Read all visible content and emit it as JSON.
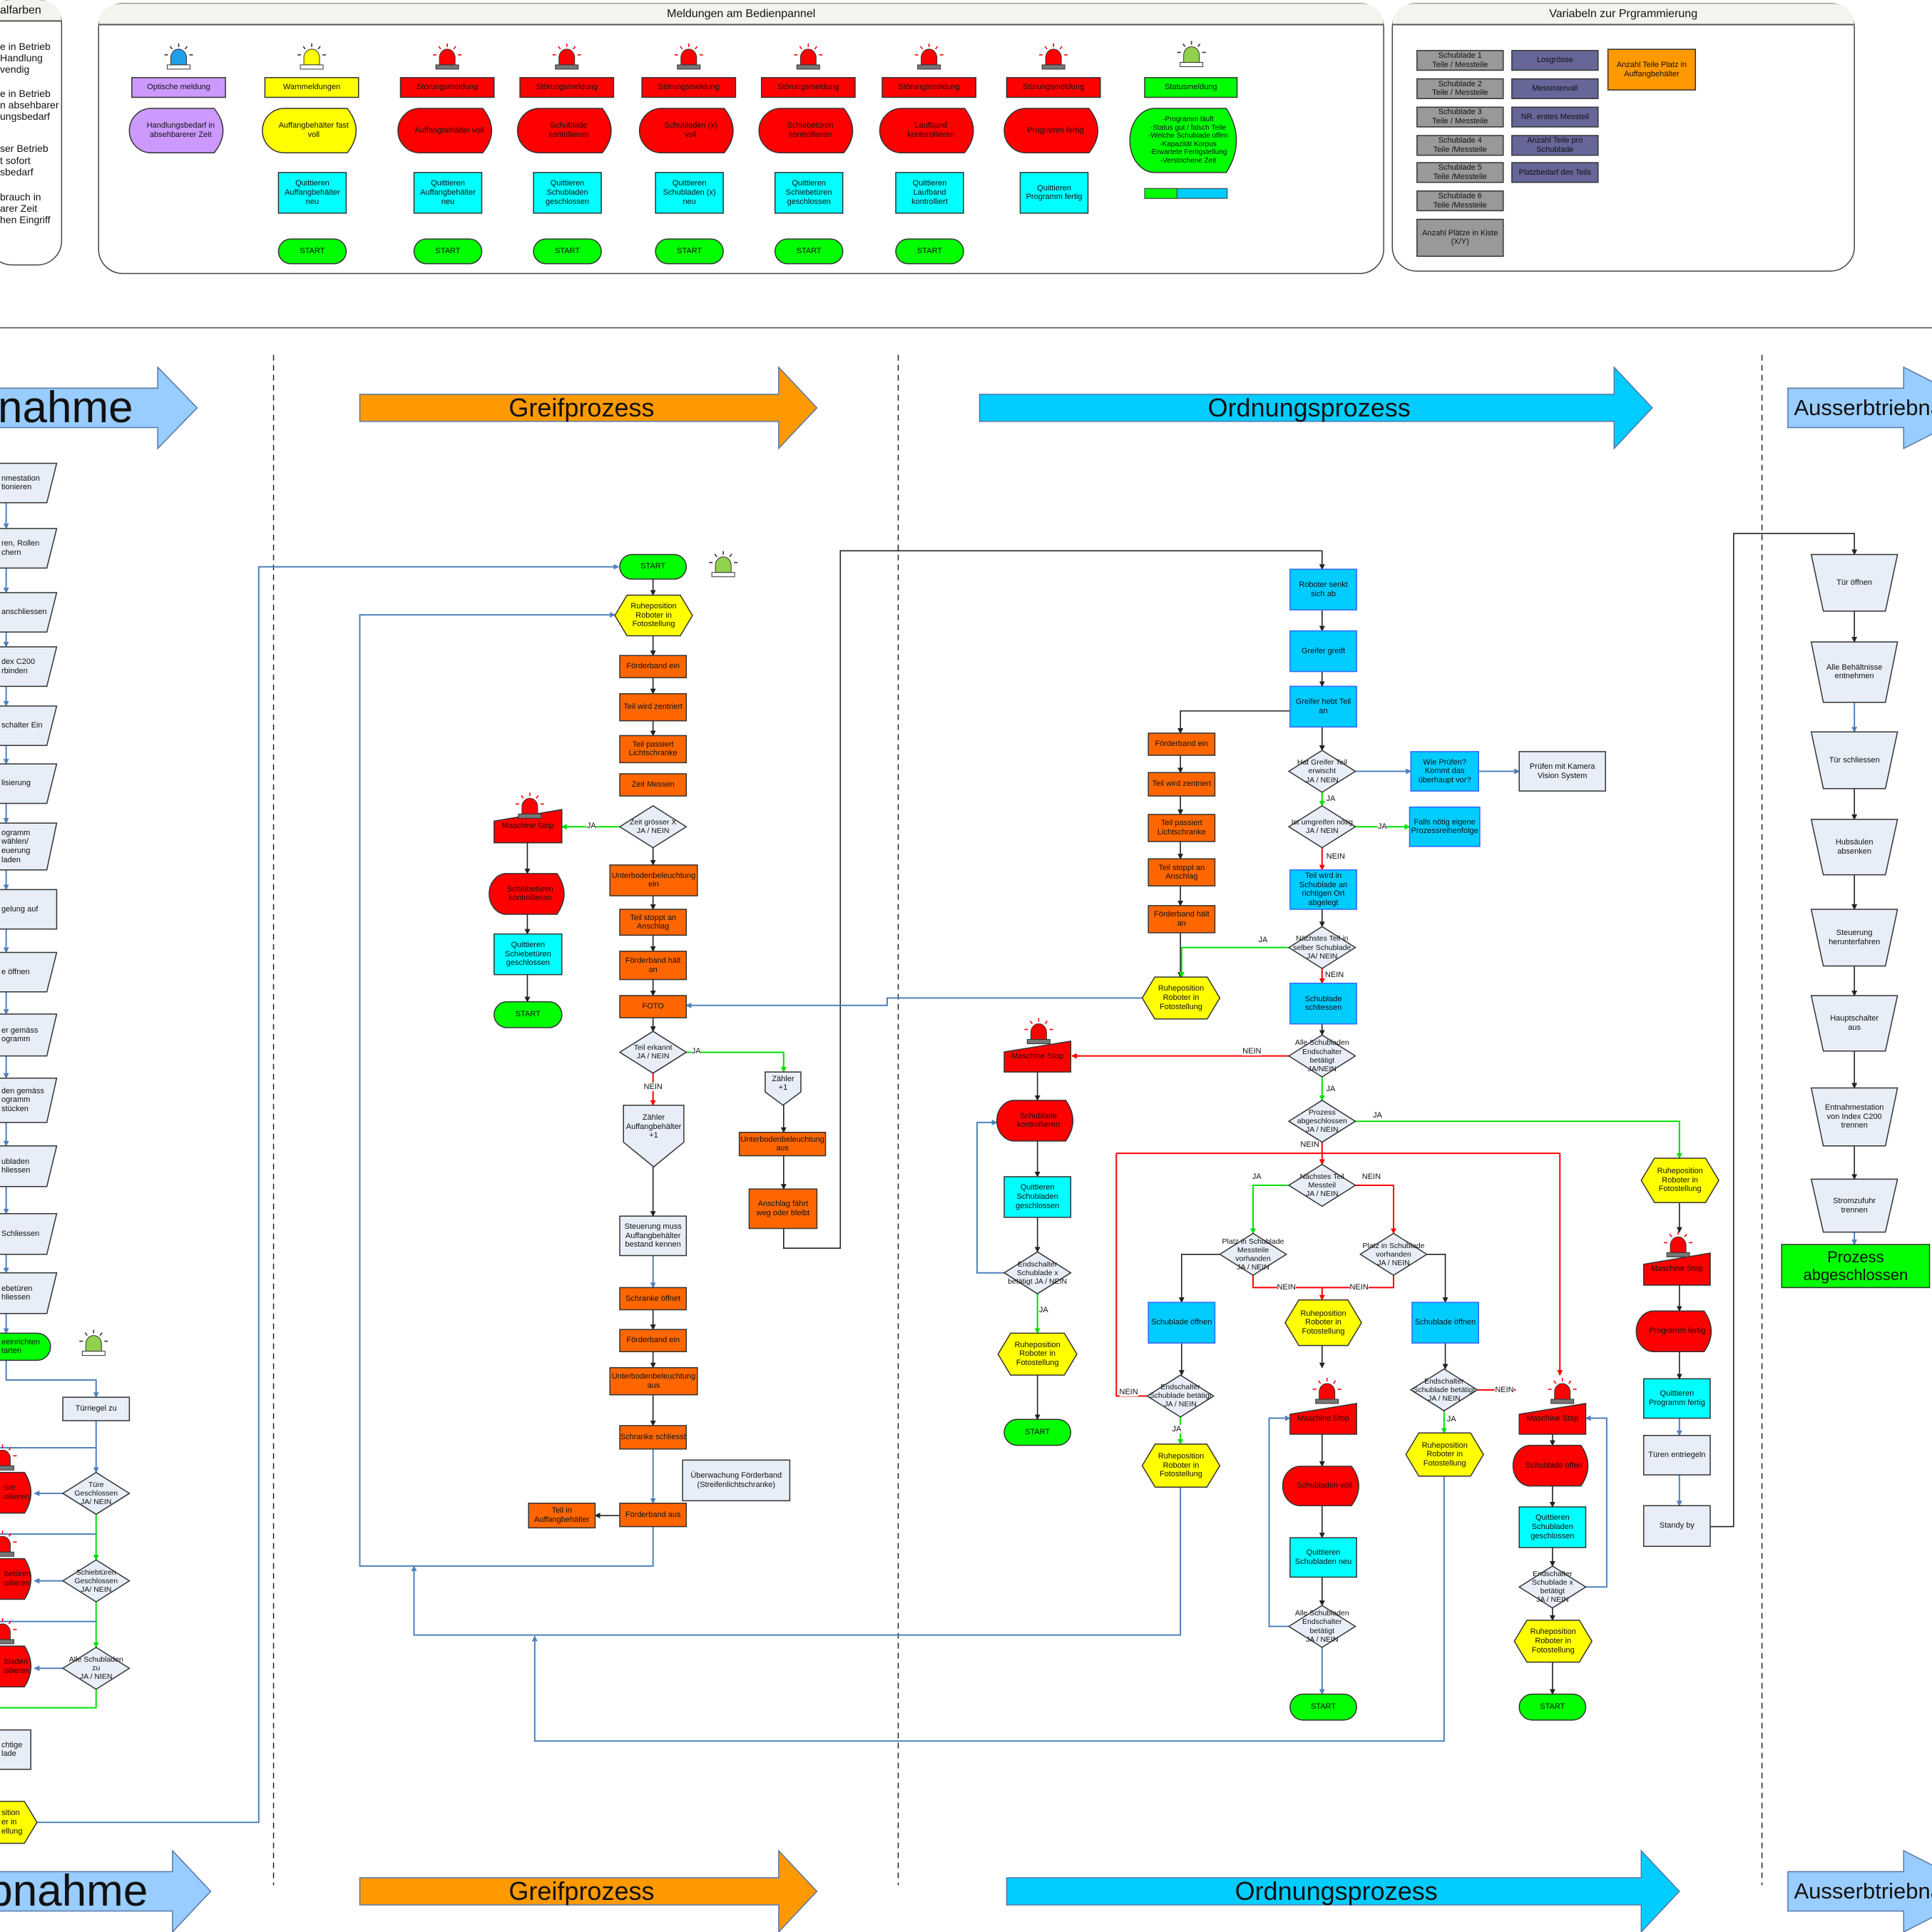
{
  "colors": {
    "orange": "#FF6600",
    "blue_process": "#00CCFF",
    "quittieren": "#00FFFF",
    "error": "#FF0000",
    "warning": "#FFFF00",
    "status": "#00FF00",
    "neutral": "#E8EEF8",
    "optical": "#CC99FF",
    "variable_gray": "#999999",
    "variable_purple": "#666699",
    "variable_orange": "#FF9900"
  },
  "panels": {
    "signal": {
      "title": "alfarben",
      "legend": [
        "e in Betrieb\nHandlung\nvendig",
        "e in Betrieb\nn absehbarer\nungsbedarf",
        "ser Betrieb\nt sofort\nsbedarf",
        "brauch in\narer Zeit\nhen Eingriff"
      ]
    },
    "meldungen": {
      "title": "Meldungen am Bedienpannel",
      "status_progress": 0.39
    },
    "variabeln": {
      "title": "Variabeln zur Prgrammierung"
    }
  },
  "phases": {
    "top": {
      "inbetrieb": "ebnahme",
      "greif": "Greifprozess",
      "ordnung": "Ordnungsprozess",
      "ausser": "Ausserbtriebnahm"
    },
    "bottom": {
      "inbetrieb": "iebnahme",
      "greif": "Greifprozess",
      "ordnung": "Ordnungsprozess",
      "ausser": "Ausserbtriebnahm"
    }
  },
  "nodes": {
    "m1_label": "Optische meldung",
    "m1_shape": "Handlungsbedarf in\nabsehbarerer Zeit",
    "m2_label": "Warnmeldungen",
    "m2_shape": "Auffangbehälter fast\nvoll",
    "m2_q": "Quittieren\nAuffangbehälter\nneu",
    "m2_s": "START",
    "m3_label": "Störungsmeldung",
    "m3_shape": "Auffangbehälter voll",
    "m3_q": "Quittieren\nAuffangbehälter\nneu",
    "m3_s": "START",
    "m4_label": "Störungsmeldung",
    "m4_shape": "Schublade\nkontollieren",
    "m4_q": "Quittieren\nSchubladen\ngeschlossen",
    "m4_s": "START",
    "m5_label": "Störungsmeldung",
    "m5_shape": "Schubladen (x)\nvoll",
    "m5_q": "Quittieren\nSchubladen (x)\nneu",
    "m5_s": "START",
    "m6_label": "Störungsmeldung",
    "m6_shape": "Schiebetüren\nkontrollieren",
    "m6_q": "Quittieren\nSchiebetüren\ngeschlossen",
    "m6_s": "START",
    "m7_label": "Störungsmeldung",
    "m7_shape": "Laufband\nkontorollieren",
    "m7_q": "Quittieren\nLaufband\nkontrolliert",
    "m7_s": "START",
    "m8_label": "Störungsmeldung",
    "m8_shape": "Programm fertig",
    "m8_q": "Quittieren\nProgramm fertig",
    "m9_label": "Statusmeldung",
    "m9_shape": "-Programm läuft\n-Status gut / falsch Teile\n-Welche Schublade offen\n-Kapazität Korpus\n-Erwartete Fertigstellung\n-Verstrichene Zeit",
    "v1": "Schublade 1\nTeile / Messteile",
    "v2": "Schublade 2\nTeile / Messteile",
    "v3": "Schublade 3\nTeile / Messteile",
    "v4": "Schublade 4\nTeile /Messteile",
    "v5": "Schublade 5\nTeile /Messteile",
    "v6": "Schublade 6\nTeile /Messteile",
    "v7": "Anzahl Plätze in Kiste\n(X/Y)",
    "p1": "Losgrösse",
    "p2": "Messintervall",
    "p3": "NR. erstes Messteil",
    "p4": "Anzahl Teile pro\nSchublade",
    "p5": "Platzbedarf des Teils",
    "o1": "Anzahl Teile Platz in\nAuffangbehälter",
    "i1": "nmestation\ntionieren",
    "i2": "ren, Rollen\nchern",
    "i3": "anschliessen",
    "i4": "dex C200\nrbinden",
    "i5": "schalter Ein",
    "i6": "lisierung",
    "i7": "ogramm\nwählen/\neuerung laden",
    "i8": "gelung auf",
    "i9": "e öffnen",
    "i10": "er gemäss\nogramm",
    "i11": "den gemäss\nogramm\nstücken",
    "i12": "ubladen\nhliessen",
    "i13": "Schliessen",
    "i14": "ebetüren\nhliessen",
    "i15": "eeinrichten\ntarten",
    "i_tr": "Türriegel zu",
    "i_d1": "Türe\nGeschlossen\nJA/ NEIN",
    "i_d2": "Schiebtüren\nGeschlossen\nJA/ NEIN",
    "i_d3": "Alle Schubladen\nzu\nJA / NIEN",
    "i_r1": "üre\nollieren",
    "i_r2": "betüren\nollieren",
    "i_r3": "bladen\nollieren",
    "i_box": "chtige\nlade",
    "i_hex": "sition\ner in\nellung",
    "g_start": "START",
    "g_ruhe": "Ruheposition\nRoboter in\nFotostellung",
    "g_fb1": "Förderband ein",
    "g_zent": "Teil wird zentriert",
    "g_licht": "Teil passiert\nLichtschranke",
    "g_zeit": "Zeit Messen",
    "g_dz": "Zeit grösser X\nJA / NEIN",
    "g_ub1": "Unterbodenbeleuchtung\nein",
    "g_stop": "Teil stoppt an\nAnschlag",
    "g_halt": "Förderband hält\nan",
    "g_foto": "FOTO",
    "g_dt": "Teil erkannt\nJA / NEIN",
    "g_zahl": "Zähler\nAuffangbehälter\n+1",
    "g_steu": "Steuerung muss\nAuffangbehälter\nbestand kennen",
    "g_schr1": "Schranke öffnet",
    "g_fb2": "Förderband ein",
    "g_ub2": "Unterbodenbeleuchtung\naus",
    "g_schr2": "Schranke schliesst",
    "g_uber": "Überwachung Förderband\n(Streifenlichtschranke)",
    "g_fbaus": "Förderband aus",
    "g_teil": "Teil in\nAuffangbehälter",
    "g_ms": "Maschine Stop",
    "g_sk": "Schiebetüren\nkontrollieren",
    "g_q": "Quittieren\nSchiebetüren\ngeschlossen",
    "g_s2": "START",
    "g_z1": "Zähler\n+1",
    "g_ub3": "Unterbodenbeleuchtung\naus",
    "g_ansch": "Anschlag fährt\nweg oder bleibt",
    "o_senkt": "Roboter senkt\nsich ab",
    "o_greift": "Greifer greift",
    "o_hebt": "Greifer hebt Teil\nan",
    "o_d1": "Hat Greifer Teil\nerwischt\nJA / NEIN",
    "o_wie": "Wie Prüfen?\nKommt das\nüberhaupt vor?",
    "o_kam": "Prüfen mit Kamera\nVision System",
    "o_d2": "Ist umgreifen nötig\nJA / NEIN",
    "o_falls": "Falls nötig eigene\nProzessreihenfolge",
    "o_ablegt": "Teil wird in\nSchublade an\nrichtigen Ort\nabgelegt",
    "o_d3": "Nächstes Teil in\nselber Schublade\nJA/ NEIN",
    "o_schl": "Schublade\nschliessen",
    "o_d4": "Alle Schubladen\nEndschalter\nbetätigt\nJA/NEIN",
    "o_d5": "Prozess\nabgeschlossen\nJA / NEIN",
    "o_d6": "Nächstes Teil\nMessteil\nJA / NEIN",
    "o_d7": "Platz in Schublade\nMessteile\nvorhanden\nJA / NEIN",
    "o_d8": "Platz in Schublade\nvorhanden\nJA / NEIN",
    "o_ruhe2": "Ruheposition\nRoboter in\nFotostellung",
    "o_ms2": "Maschine Stop",
    "o_voll": "Schubladen voll",
    "o_qneu": "Quittieren\nSchubladen neu",
    "o_d9": "Alle Schubladen\nEndschalter\nbetätigt\nJA / NEIN",
    "o_start2": "START",
    "o_open1": "Schublade öffnen",
    "o_d10": "Endschalter\nSchublade betätigt\nJA / NEIN",
    "o_ruhe3": "Ruheposition\nRoboter in\nFotostellung",
    "o_open2": "Schublade öffnen",
    "o_d11": "Endschalter\nSchublade betätigt\nJA / NEIN",
    "o_ruhe4": "Ruheposition\nRoboter in\nFotostellung",
    "o_ms3": "Maschine Stop",
    "o_offen": "Schublade offen",
    "o_qg2": "Quittieren\nSchubladen\ngeschlossen",
    "o_d12": "Endschalter\nSchublade x\nbetätigt\nJA / NEIN",
    "o_ruhe5": "Ruheposition\nRoboter in\nFotostellung",
    "o_start3": "START",
    "o_ms1": "Maschine Stop",
    "o_sk": "Schublade\nkontrollieren",
    "o_qg1": "Quittieren\nSchubladen\ngeschlossen",
    "o_d13": "Endschalter\nSchublade x\nbetätigt JA / NEIN",
    "o_ruhe1": "Ruheposition\nRoboter in\nFotostellung",
    "o_start1": "START",
    "o_fb": "Förderband ein",
    "o_zent": "Teil wird zentriert",
    "o_licht": "Teil passiert\nLichtschranke",
    "o_stop": "Teil stoppt an\nAnschlag",
    "o_halt": "Förderband hält\nan",
    "o_ruhe0": "Ruheposition\nRoboter in\nFotostellung",
    "a_ruhe": "Ruheposition\nRoboter in\nFotostellung",
    "a_ms": "Maschine Stop",
    "a_pf": "Programm fertig",
    "a_q": "Quittieren\nProgramm fertig",
    "a_tur": "Türen entriegeln",
    "a_sb": "Standy by",
    "a_t1": "Tür öffnen",
    "a_t2": "Alle Behältnisse\nentnehmen",
    "a_t3": "Tür schliessen",
    "a_t4": "Hubsäulen\nabsenken",
    "a_t5": "Steuerung\nherunterfahren",
    "a_t6": "Hauptschalter\naus",
    "a_t7": "Entnahmestation\nvon Index C200\ntrennen",
    "a_t8": "Stromzufuhr\ntrennen",
    "a_done": "Prozess abgeschlossen"
  },
  "edge_labels": [
    "JA",
    "JA",
    "NEIN",
    "JA",
    "JA",
    "NEIN",
    "JA",
    "NEIN",
    "NEIN",
    "JA",
    "JA",
    "NEIN",
    "JA",
    "NEIN",
    "NEIN",
    "NEIN",
    "NEIN",
    "JA",
    "NEIN",
    "JA",
    "JA"
  ]
}
